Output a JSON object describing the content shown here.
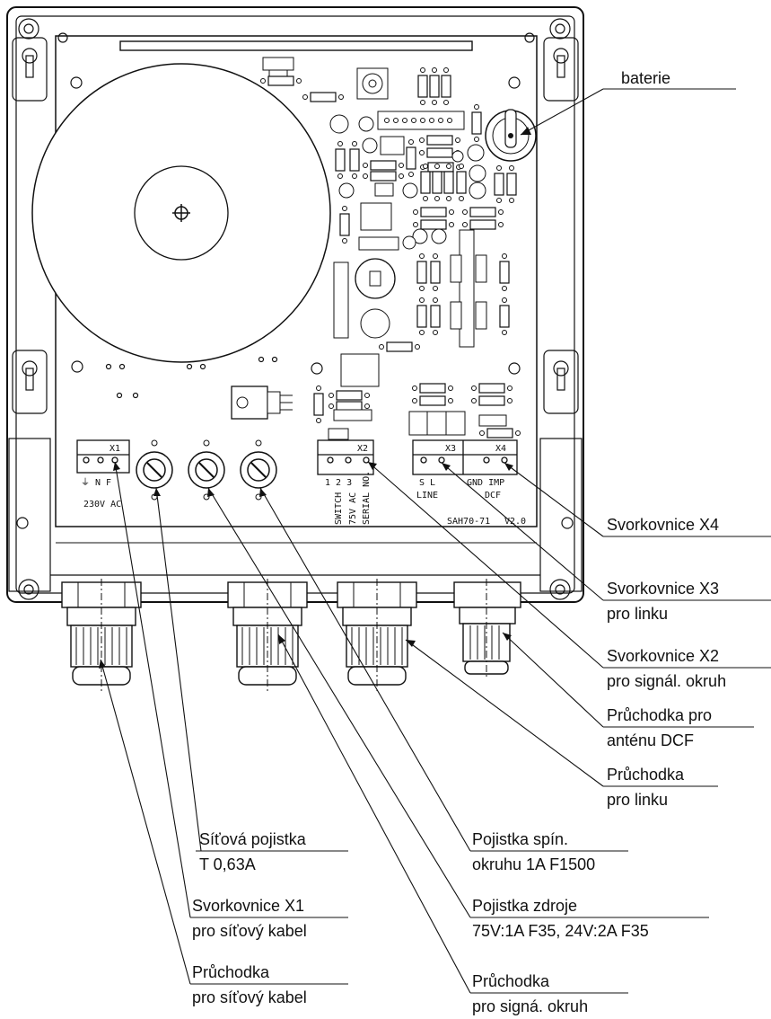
{
  "labels": {
    "battery": "baterie",
    "x4": "Svorkovnice X4",
    "x3_l1": "Svorkovnice X3",
    "x3_l2": "pro linku",
    "x2_l1": "Svorkovnice X2",
    "x2_l2": "pro signál. okruh",
    "dcf_l1": "Průchodka pro",
    "dcf_l2": "anténu DCF",
    "line_l1": "Průchodka",
    "line_l2": "pro linku",
    "fuse_main_l1": "Síťová pojistka",
    "fuse_main_l2": "T 0,63A",
    "x1_l1": "Svorkovnice X1",
    "x1_l2": "pro síťový kabel",
    "gland_mains_l1": "Průchodka",
    "gland_mains_l2": "pro síťový kabel",
    "fuse_switch_l1": "Pojistka spín.",
    "fuse_switch_l2": "okruhu 1A F1500",
    "fuse_supply_l1": "Pojistka zdroje",
    "fuse_supply_l2": "75V:1A F35, 24V:2A F35",
    "gland_signal_l1": "Průchodka",
    "gland_signal_l2": "pro signá. okruh"
  },
  "board": {
    "x1": "X1",
    "x1_pins": "⏚   N   F",
    "x1_voltage": "230V AC",
    "x2": "X2",
    "x2_pins": "1  2  3",
    "x2_switch": "SWITCH",
    "x2_voltage": "75V AC",
    "x2_serial": "SERIAL NO.",
    "x3": "X3",
    "x3_pins": "S  L",
    "x3_name": "LINE",
    "x4": "X4",
    "x4_pins": "GND  IMP",
    "x4_name": "DCF",
    "model": "SAH70-71",
    "version": "V2.0"
  }
}
